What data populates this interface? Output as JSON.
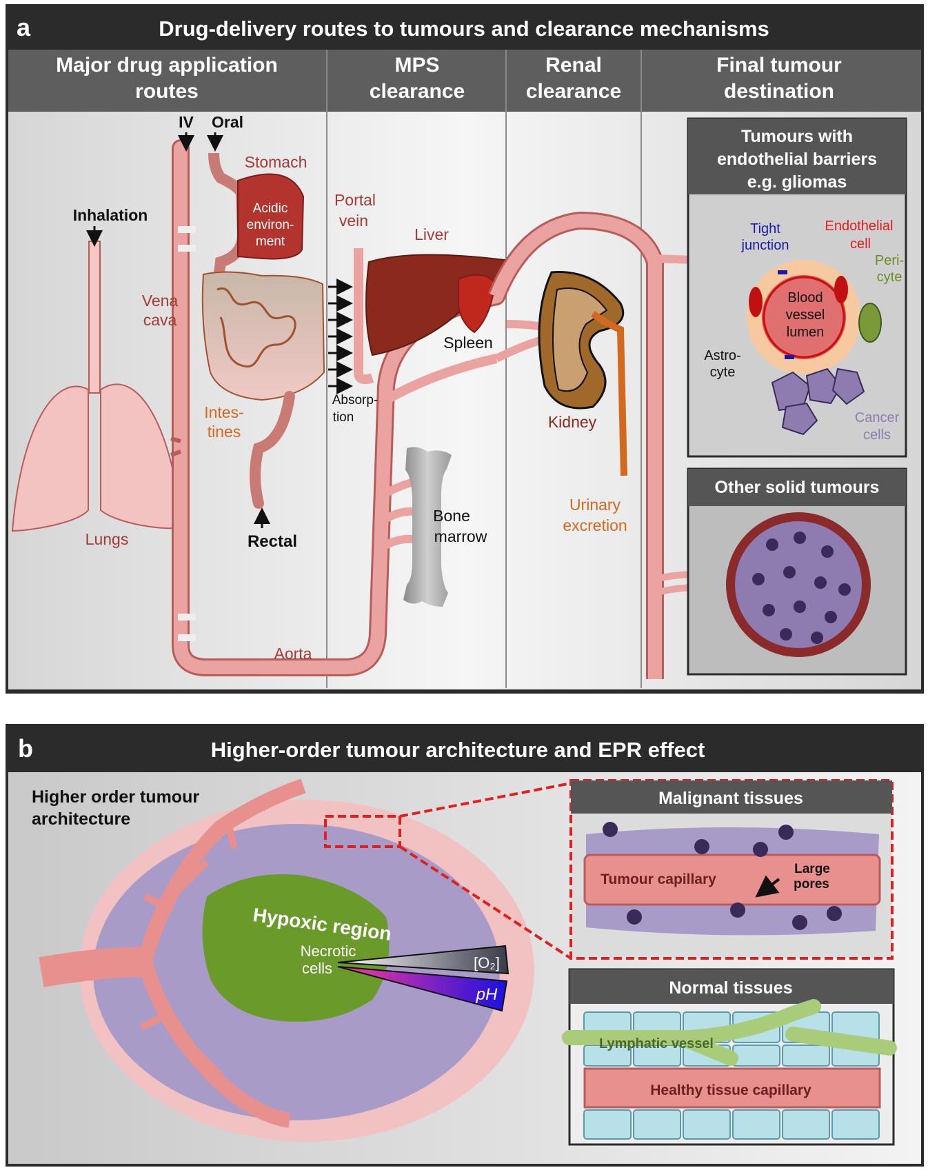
{
  "panel_a": {
    "letter": "a",
    "title": "Drug-delivery routes to tumours and clearance mechanisms",
    "columns": {
      "routes_line1": "Major drug application",
      "routes_line2": "routes",
      "mps_line1": "MPS",
      "mps_line2": "clearance",
      "renal_line1": "Renal",
      "renal_line2": "clearance",
      "final_line1": "Final tumour",
      "final_line2": "destination"
    },
    "routes": {
      "iv": "IV",
      "oral": "Oral",
      "inhalation": "Inhalation",
      "rectal": "Rectal"
    },
    "organs": {
      "stomach": "Stomach",
      "acidic_1": "Acidic",
      "acidic_2": "environ-",
      "acidic_3": "ment",
      "vena_1": "Vena",
      "vena_2": "cava",
      "intestines_1": "Intes-",
      "intestines_2": "tines",
      "lungs": "Lungs",
      "aorta": "Aorta",
      "portal_1": "Portal",
      "portal_2": "vein",
      "liver": "Liver",
      "spleen": "Spleen",
      "absorption_1": "Absorp-",
      "absorption_2": "tion",
      "bone_1": "Bone",
      "bone_2": "marrow",
      "kidney": "Kidney",
      "urinary_1": "Urinary",
      "urinary_2": "excretion"
    },
    "tumour_barrier": {
      "title_1": "Tumours with",
      "title_2": "endothelial barriers",
      "title_3": "e.g. gliomas",
      "tight_1": "Tight",
      "tight_2": "junction",
      "endo_1": "Endothelial",
      "endo_2": "cell",
      "peri_1": "Peri-",
      "peri_2": "cyte",
      "lumen_1": "Blood",
      "lumen_2": "vessel",
      "lumen_3": "lumen",
      "astro_1": "Astro-",
      "astro_2": "cyte",
      "cancer_1": "Cancer",
      "cancer_2": "cells"
    },
    "other_tumours": "Other solid tumours"
  },
  "panel_b": {
    "letter": "b",
    "title": "Higher-order tumour architecture and EPR effect",
    "arch_1": "Higher order tumour",
    "arch_2": "architecture",
    "hypoxic": "Hypoxic region",
    "necrotic_1": "Necrotic",
    "necrotic_2": "cells",
    "o2": "[O₂]",
    "ph": "pH",
    "malignant": {
      "title": "Malignant tissues",
      "capillary": "Tumour capillary",
      "pores_1": "Large",
      "pores_2": "pores"
    },
    "normal": {
      "title": "Normal tissues",
      "lymphatic": "Lymphatic vessel",
      "capillary": "Healthy tissue capillary"
    }
  },
  "colors": {
    "header_bg": "#444444",
    "organ_red": "#b3342f",
    "vessel_pink": "#e89c9a",
    "urinary_orange": "#d2691e",
    "tight_blue": "#1a1aa8",
    "endothelial_red": "#e31b1b",
    "pericyte_green": "#6b8e23",
    "cancer_purple": "#8e7bb0",
    "hypoxic_green": "#6a9a2a",
    "marquee_red": "#e0201e"
  }
}
